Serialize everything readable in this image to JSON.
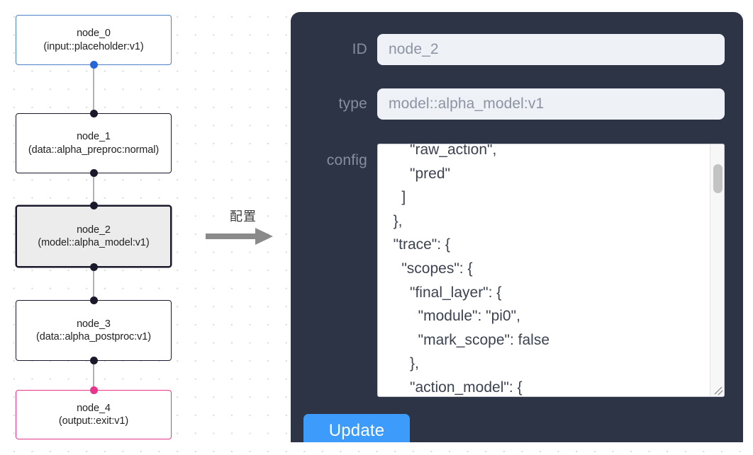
{
  "graph": {
    "nodes": [
      {
        "id": "node_0",
        "title": "node_0",
        "subtitle": "(input::placeholder:v1)",
        "kind": "input",
        "selected": false
      },
      {
        "id": "node_1",
        "title": "node_1",
        "subtitle": "(data::alpha_preproc:normal)",
        "kind": "default",
        "selected": false
      },
      {
        "id": "node_2",
        "title": "node_2",
        "subtitle": "(model::alpha_model:v1)",
        "kind": "default",
        "selected": true
      },
      {
        "id": "node_3",
        "title": "node_3",
        "subtitle": "(data::alpha_postproc:v1)",
        "kind": "default",
        "selected": false
      },
      {
        "id": "node_4",
        "title": "node_4",
        "subtitle": "(output::exit:v1)",
        "kind": "output",
        "selected": false
      }
    ],
    "handle_colors": {
      "default": "#1a192b",
      "input": "#2566d9",
      "output": "#e9348e"
    }
  },
  "annotation": {
    "label": "配置",
    "arrow_icon": "arrow-right-icon"
  },
  "panel": {
    "fields": {
      "id": {
        "label": "ID",
        "value": "node_2"
      },
      "type": {
        "label": "type",
        "value": "model::alpha_model:v1"
      },
      "config": {
        "label": "config",
        "value": "      \"raw_action\",\n      \"pred\"\n    ]\n  },\n  \"trace\": {\n    \"scopes\": {\n      \"final_layer\": {\n        \"module\": \"pi0\",\n        \"mark_scope\": false\n      },\n      \"action_model\": {"
      }
    },
    "update_label": "Update",
    "colors": {
      "panel_background": "#2c3446",
      "input_background": "#eef1f5",
      "label_text": "#868e9e",
      "value_text": "#8c94a3",
      "accent_button": "#3d9bfc",
      "input_node_border": "#4f81c7",
      "output_node_border": "#e9348e",
      "selected_node_fill": "#ececec"
    }
  }
}
